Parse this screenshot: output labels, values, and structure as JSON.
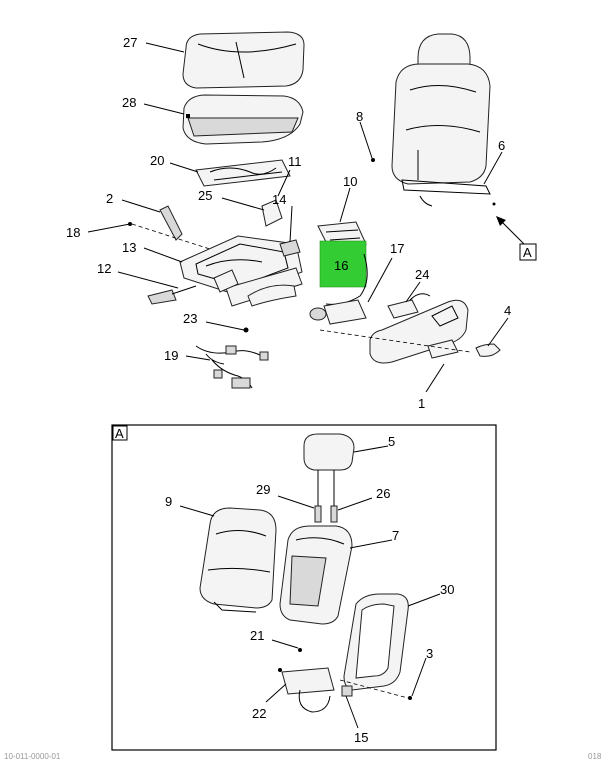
{
  "callouts": {
    "c1": "1",
    "c2": "2",
    "c3": "3",
    "c4": "4",
    "c5": "5",
    "c6": "6",
    "c7": "7",
    "c8": "8",
    "c9": "9",
    "c10": "10",
    "c11": "11",
    "c12": "12",
    "c13": "13",
    "c14": "14",
    "c15": "15",
    "c16": "16",
    "c17": "17",
    "c18": "18",
    "c19": "19",
    "c20": "20",
    "c21": "21",
    "c22": "22",
    "c23": "23",
    "c24": "24",
    "c25": "25",
    "c26": "26",
    "c27": "27",
    "c28": "28",
    "c29": "29",
    "c30": "30"
  },
  "view_ref": "A",
  "detail_label": "A",
  "footer": {
    "left": "10-011-0000-01",
    "right": "018"
  },
  "colors": {
    "highlight": "#33cc33",
    "line": "#000000"
  }
}
